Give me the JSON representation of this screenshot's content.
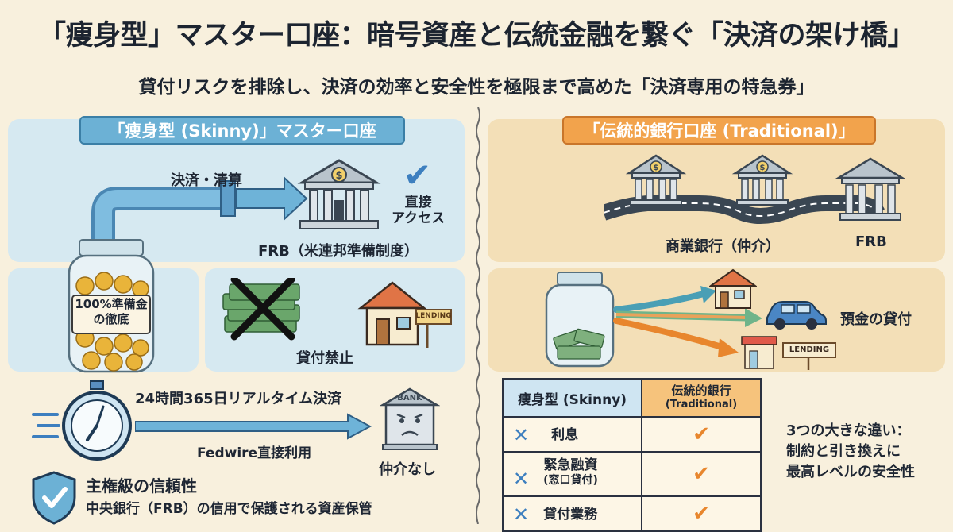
{
  "title": "「痩身型」マスター口座：暗号資産と伝統金融を繋ぐ「決済の架け橋」",
  "subtitle": "貸付リスクを排除し、決済の効率と安全性を極限まで高めた「決済専用の特急券」",
  "left": {
    "banner": "「痩身型 (Skinny)」マスター口座",
    "settlement_label": "決済・清算",
    "direct_access": [
      "直接",
      "アクセス"
    ],
    "frb_label": "FRB（米連邦準備制度）",
    "jar_label": [
      "100%準備金",
      "の徹底"
    ],
    "lending_sign": "LENDING",
    "lending_ban": "貸付禁止",
    "realtime": "24時間365日リアルタイム決済",
    "fedwire": "Fedwire直接利用",
    "bank_sign": "BANK",
    "no_intermediary": "仲介なし",
    "trust_title": "主権級の信頼性",
    "trust_desc": "中央銀行（FRB）の信用で保護される資産保管"
  },
  "right": {
    "banner": "「伝統的銀行口座 (Traditional)」",
    "commercial_bank": "商業銀行（仲介）",
    "frb": "FRB",
    "deposit_lending": "預金の貸付",
    "lending_sign": "LENDING",
    "table": {
      "headers": [
        "痩身型 (Skinny)",
        "伝統的銀行",
        "(Traditional)"
      ],
      "rows": [
        {
          "label": [
            "利息"
          ]
        },
        {
          "label": [
            "緊急融資",
            "(窓口貸付)"
          ]
        },
        {
          "label": [
            "貸付業務"
          ]
        }
      ]
    },
    "note": [
      "3つの大きな違い：",
      "制約と引き換えに",
      "最高レベルの安全性"
    ]
  },
  "colors": {
    "accent_blue": "#6cb1d5",
    "accent_orange": "#f2a34c",
    "panel_blue": "#d6e9f1",
    "panel_tan": "#f3dfb7",
    "check_orange": "#e8862d",
    "cross_blue": "#3d7fbf"
  }
}
